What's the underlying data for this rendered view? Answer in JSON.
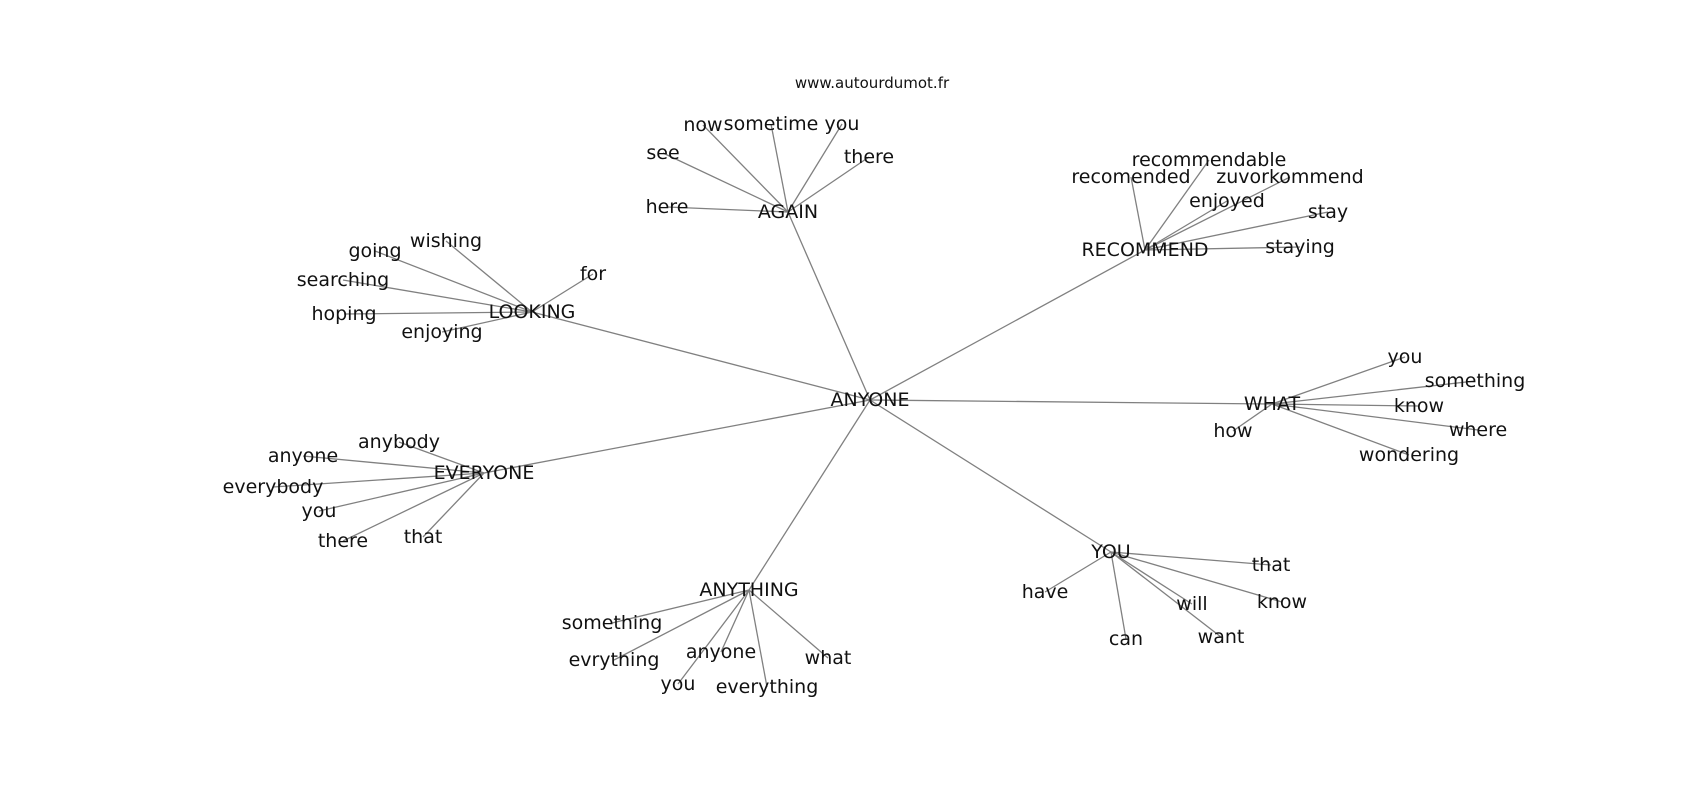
{
  "credit": "www.autourdumot.fr",
  "center": {
    "id": "anyone",
    "label": "ANYONE"
  },
  "hubs": [
    {
      "id": "again",
      "label": "AGAIN",
      "leaves": [
        "here",
        "see",
        "now",
        "sometime",
        "you",
        "there"
      ]
    },
    {
      "id": "recommend",
      "label": "RECOMMEND",
      "leaves": [
        "recomended",
        "recommendable",
        "zuvorkommend",
        "enjoyed",
        "stay",
        "staying"
      ]
    },
    {
      "id": "looking",
      "label": "LOOKING",
      "leaves": [
        "going",
        "wishing",
        "for",
        "searching",
        "hoping",
        "enjoying"
      ]
    },
    {
      "id": "what",
      "label": "WHAT",
      "leaves": [
        "you",
        "something",
        "know",
        "where",
        "how",
        "wondering"
      ]
    },
    {
      "id": "everyone",
      "label": "EVERYONE",
      "leaves": [
        "anybody",
        "anyone",
        "everybody",
        "you",
        "there",
        "that"
      ]
    },
    {
      "id": "you",
      "label": "YOU",
      "leaves": [
        "that",
        "know",
        "will",
        "want",
        "can",
        "have"
      ]
    },
    {
      "id": "anything",
      "label": "ANYTHING",
      "leaves": [
        "something",
        "evrything",
        "anyone",
        "you",
        "everything",
        "what"
      ]
    }
  ]
}
